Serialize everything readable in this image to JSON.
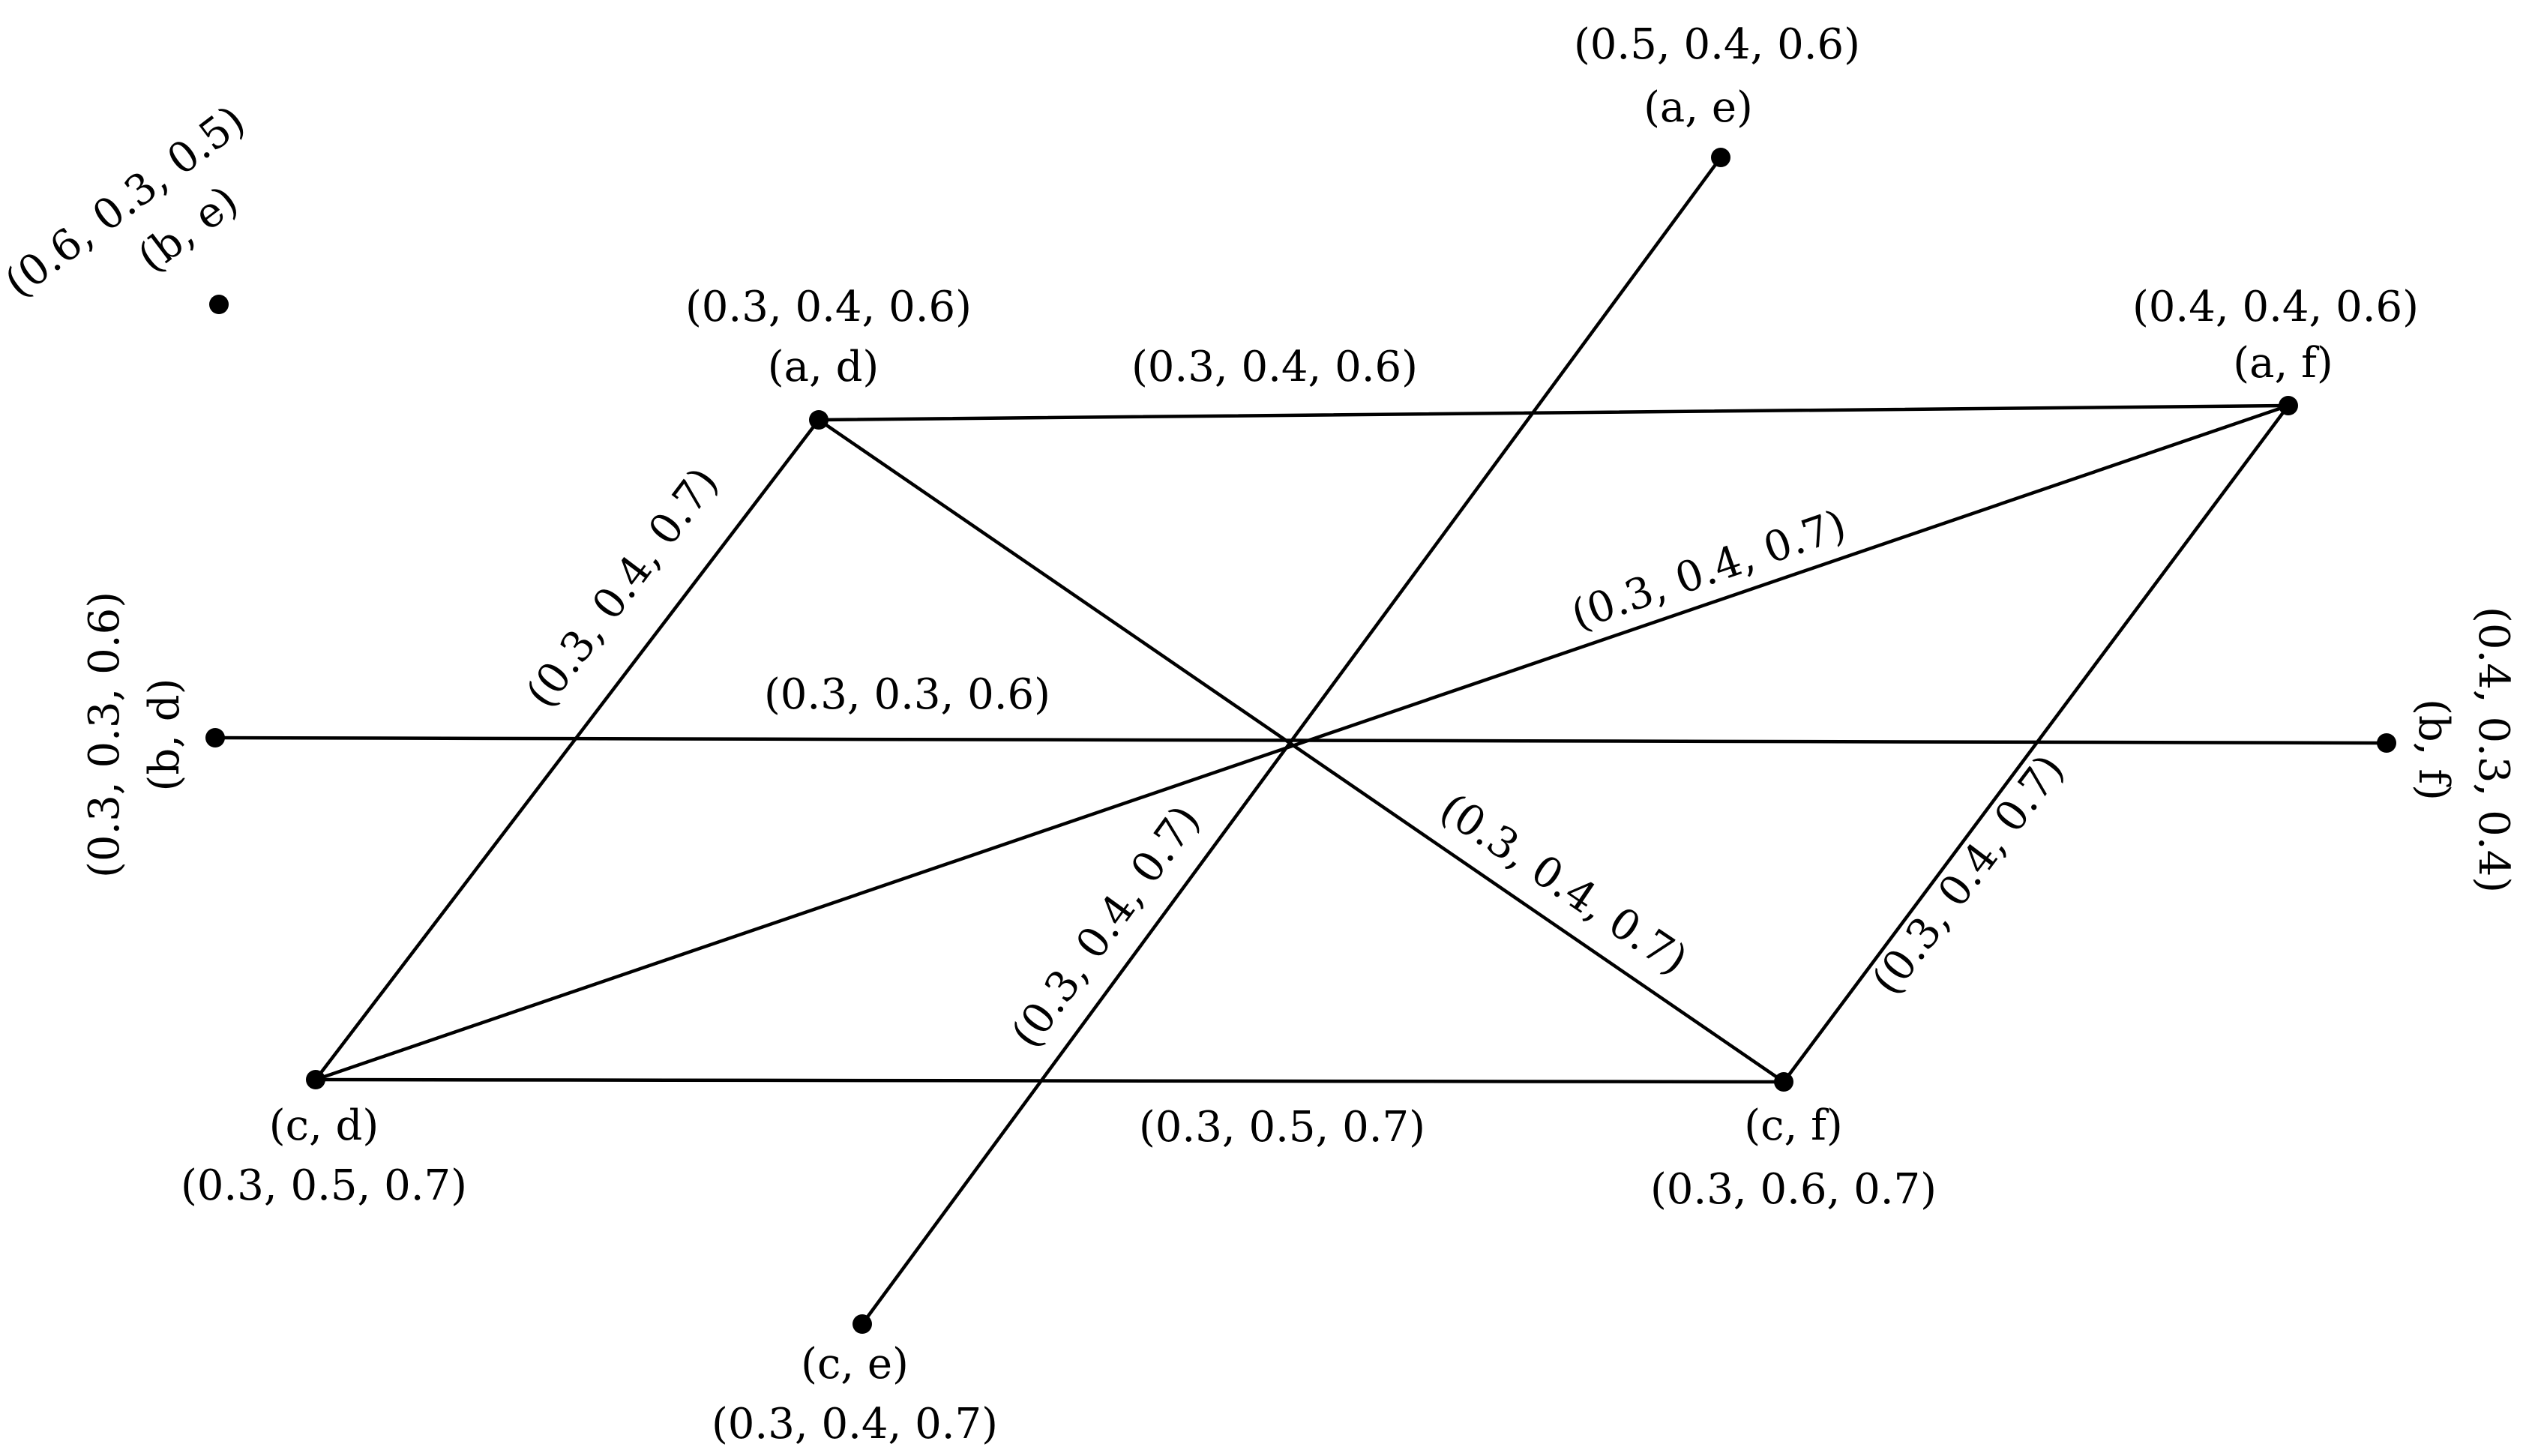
{
  "nodes": {
    "ae": {
      "name": "(a, e)",
      "value": "(0.5, 0.4, 0.6)"
    },
    "be": {
      "name": "(b, e)",
      "value": "(0.6, 0.3, 0.5)"
    },
    "ad": {
      "name": "(a, d)",
      "value": "(0.3, 0.4, 0.6)"
    },
    "af": {
      "name": "(a, f)",
      "value": "(0.4, 0.4, 0.6)"
    },
    "bd": {
      "name": "(b, d)",
      "value": "(0.3, 0.3, 0.6)"
    },
    "bf": {
      "name": "(b, f)",
      "value": "(0.4, 0.3, 0.4)"
    },
    "cd": {
      "name": "(c, d)",
      "value": "(0.3, 0.5, 0.7)"
    },
    "cf": {
      "name": "(c, f)",
      "value": "(0.3, 0.6, 0.7)"
    },
    "ce": {
      "name": "(c, e)",
      "value": "(0.3, 0.4, 0.7)"
    }
  },
  "edges": {
    "ad_af": "(0.3, 0.4, 0.6)",
    "ad_cd": "(0.3, 0.4, 0.7)",
    "af_cd": "(0.3, 0.4, 0.7)",
    "bd_bf": "(0.3, 0.3, 0.6)",
    "ad_cf": "(0.3, 0.4, 0.7)",
    "ae_ce": "(0.3, 0.4, 0.7)",
    "af_cf": "(0.3, 0.4, 0.7)",
    "cd_cf": "(0.3, 0.5, 0.7)"
  }
}
